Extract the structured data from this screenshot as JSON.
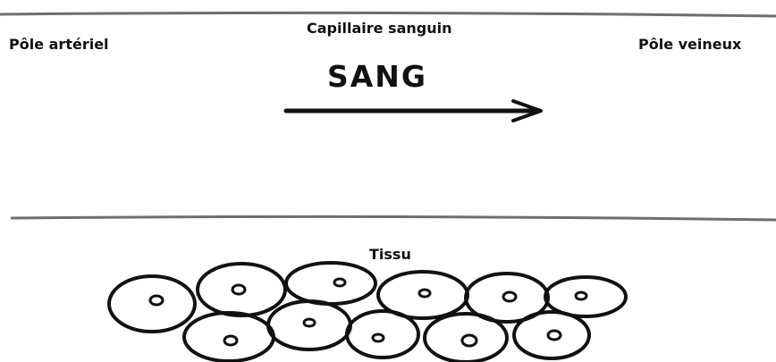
{
  "capillary": {
    "title": "Capillaire sanguin",
    "arterial_pole": "Pôle artériel",
    "venous_pole": "Pôle veineux",
    "blood_label": "SANG"
  },
  "tissue": {
    "title": "Tissu"
  },
  "colors": {
    "ink": "#111111",
    "wall": "#6e6e6e"
  }
}
